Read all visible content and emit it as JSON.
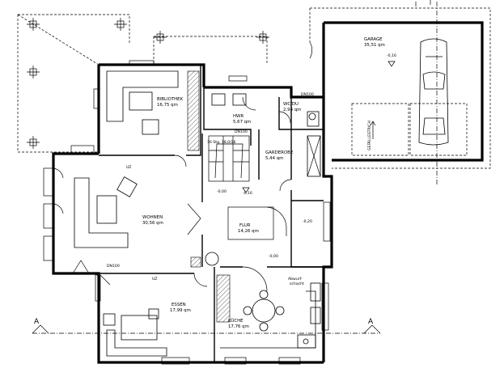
{
  "rooms": {
    "garage": {
      "name": "GARAGE",
      "area": "35,51 qm"
    },
    "bibliothek": {
      "name": "BIBLIOTHEK",
      "area": "16,75 qm"
    },
    "hwr": {
      "name": "HWR",
      "area": "5,67 qm"
    },
    "wc_du": {
      "name": "WC/DU",
      "area": "2,94 qm"
    },
    "garderobe": {
      "name": "GARDEROBE",
      "area": "5,44 qm"
    },
    "wohnen": {
      "name": "WOHNEN",
      "area": "30,56 qm"
    },
    "flur": {
      "name": "FLUR",
      "area": "14,26 qm"
    },
    "essen": {
      "name": "ESSEN",
      "area": "17,99 qm"
    },
    "kueche": {
      "name": "KÜCHE",
      "area": "17,76 qm"
    }
  },
  "labels": {
    "gefaelle": "GEFÄLLESTRICH",
    "stair": "16 Stg. 18,0/26",
    "abwurf_1": "Abwurf-",
    "abwurf_2": "schacht",
    "dn_1": "DN100",
    "dn_2": "DN100",
    "dn_3": "DN100",
    "uz_1": "UZ",
    "uz_2": "UZ",
    "section_left": "A",
    "section_right": "A"
  },
  "levels": {
    "garage": "-0,16",
    "main": "-0,16",
    "stair_base": "-0,00",
    "side": "-0,20",
    "hall": "-0,00"
  }
}
